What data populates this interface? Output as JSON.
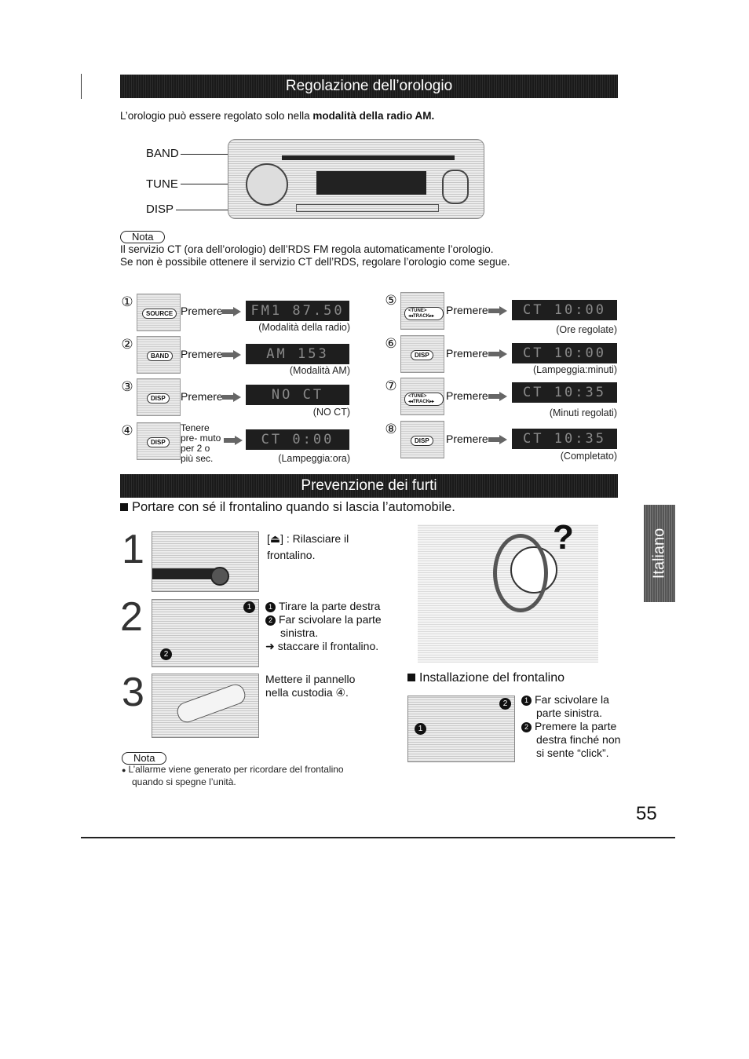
{
  "section1": {
    "title": "Regolazione dell’orologio",
    "intro_text": "L’orologio può essere regolato solo nella ",
    "intro_bold": "modalità della radio AM.",
    "device_labels": [
      "BAND",
      "TUNE",
      "DISP"
    ],
    "nota_label": "Nota",
    "nota_line1": "Il servizio CT (ora dell’orologio) dell’RDS FM regola automaticamente l’orologio.",
    "nota_line2": "Se non è possibile ottenere il servizio CT dell’RDS, regolare l’orologio come segue."
  },
  "steps": [
    {
      "num": "①",
      "button": "SOURCE",
      "action": "Premere",
      "lcd": "FM1 87.50",
      "caption": "(Modalità della radio)"
    },
    {
      "num": "②",
      "button": "BAND",
      "action": "Premere",
      "lcd": "AM 153",
      "caption": "(Modalità AM)"
    },
    {
      "num": "③",
      "button": "DISP",
      "action": "Premere",
      "lcd": "NO CT",
      "caption": "(NO CT)"
    },
    {
      "num": "④",
      "button": "DISP",
      "action": "Tenere pre- muto per 2 o più sec.",
      "lcd": "CT 0:00",
      "caption": "(Lampeggia:ora)"
    },
    {
      "num": "⑤",
      "button": "<TUNE> ◂◂TRACK▸▸",
      "action": "Premere",
      "lcd": "CT 10:00",
      "caption": "(Ore regolate)"
    },
    {
      "num": "⑥",
      "button": "DISP",
      "action": "Premere",
      "lcd": "CT 10:00",
      "caption": "(Lampeggia:minuti)"
    },
    {
      "num": "⑦",
      "button": "<TUNE> ◂◂TRACK▸▸",
      "action": "Premere",
      "lcd": "CT 10:35",
      "caption": "(Minuti regolati)"
    },
    {
      "num": "⑧",
      "button": "DISP",
      "action": "Premere",
      "lcd": "CT 10:35",
      "caption": "(Completato)"
    }
  ],
  "section2": {
    "title": "Prevenzione dei furti",
    "lead": "Portare con sé il frontalino quando si lascia l’automobile.",
    "step1_num": "1",
    "step1_text_a": "[",
    "step1_text_b": "] : Rilasciare il",
    "step1_text_c": "frontalino.",
    "step2_num": "2",
    "step2_line1": "Tirare la parte destra",
    "step2_line2": "Far scivolare la parte",
    "step2_line3": "sinistra.",
    "step2_line4": "staccare il frontalino.",
    "step3_num": "3",
    "step3_line1": "Mettere il pannello",
    "step3_line2": "nella custodia ④.",
    "install_title": "Installazione del frontalino",
    "install_line1": "Far scivolare la",
    "install_line2": "parte sinistra.",
    "install_line3": "Premere la parte",
    "install_line4": "destra finché non",
    "install_line5": "si sente “click”.",
    "nota_label": "Nota",
    "nota_line1": "L’allarme viene generato per ricordare del frontalino",
    "nota_line2": "quando si spegne l’unità."
  },
  "side_tab": "Italiano",
  "page_number": "55"
}
